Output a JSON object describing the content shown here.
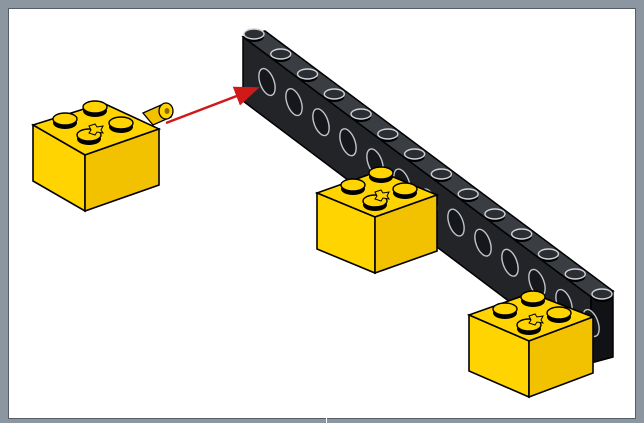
{
  "figure": {
    "elements": [
      "yellow-2x2-brick-with-axle-pin",
      "black-technic-beam",
      "yellow-2x2-brick-middle",
      "yellow-2x2-brick-end",
      "red-insert-arrow"
    ],
    "colors": {
      "background": "#ffffff",
      "frame": "#8c96a0",
      "brick_yellow": "#ffd400",
      "brick_yellow_side": "#f2c200",
      "beam_black": "#222428",
      "beam_top": "#3a3d42",
      "arrow_red": "#d01a1a",
      "outline": "#000000"
    }
  }
}
